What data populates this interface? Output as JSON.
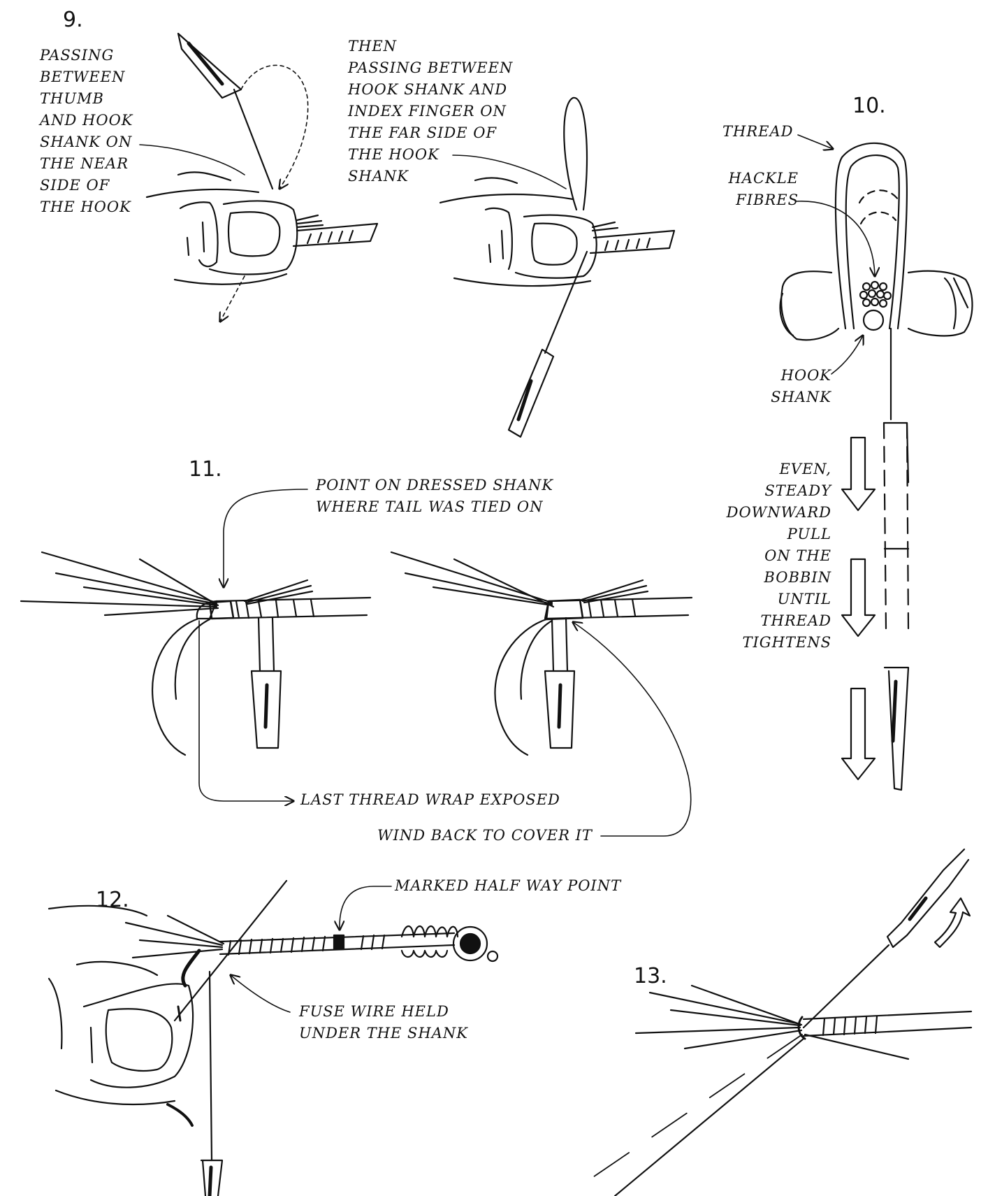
{
  "steps": {
    "s9": {
      "number": "9.",
      "label_a": [
        "PASSING",
        "BETWEEN",
        "THUMB",
        "AND HOOK",
        "SHANK ON",
        "THE NEAR",
        "SIDE OF",
        "THE HOOK"
      ],
      "label_b": [
        "THEN",
        "PASSING BETWEEN",
        "HOOK SHANK AND",
        "INDEX FINGER ON",
        "THE FAR SIDE OF",
        "THE HOOK",
        "SHANK"
      ]
    },
    "s10": {
      "number": "10.",
      "thread": "THREAD",
      "hackle": [
        "HACKLE",
        "FIBRES"
      ],
      "hook": [
        "HOOK",
        "SHANK"
      ],
      "pull": [
        "EVEN,",
        "STEADY",
        "DOWNWARD",
        "PULL",
        "ON THE",
        "BOBBIN",
        "UNTIL",
        "THREAD",
        "TIGHTENS"
      ]
    },
    "s11": {
      "number": "11.",
      "point": [
        "POINT ON DRESSED SHANK",
        "WHERE TAIL WAS TIED ON"
      ],
      "exposed": "LAST THREAD WRAP EXPOSED",
      "cover": "WIND BACK TO COVER IT"
    },
    "s12": {
      "number": "12.",
      "marked": "MARKED HALF WAY POINT",
      "fuse": [
        "FUSE WIRE HELD",
        "UNDER THE SHANK"
      ]
    },
    "s13": {
      "number": "13."
    }
  }
}
